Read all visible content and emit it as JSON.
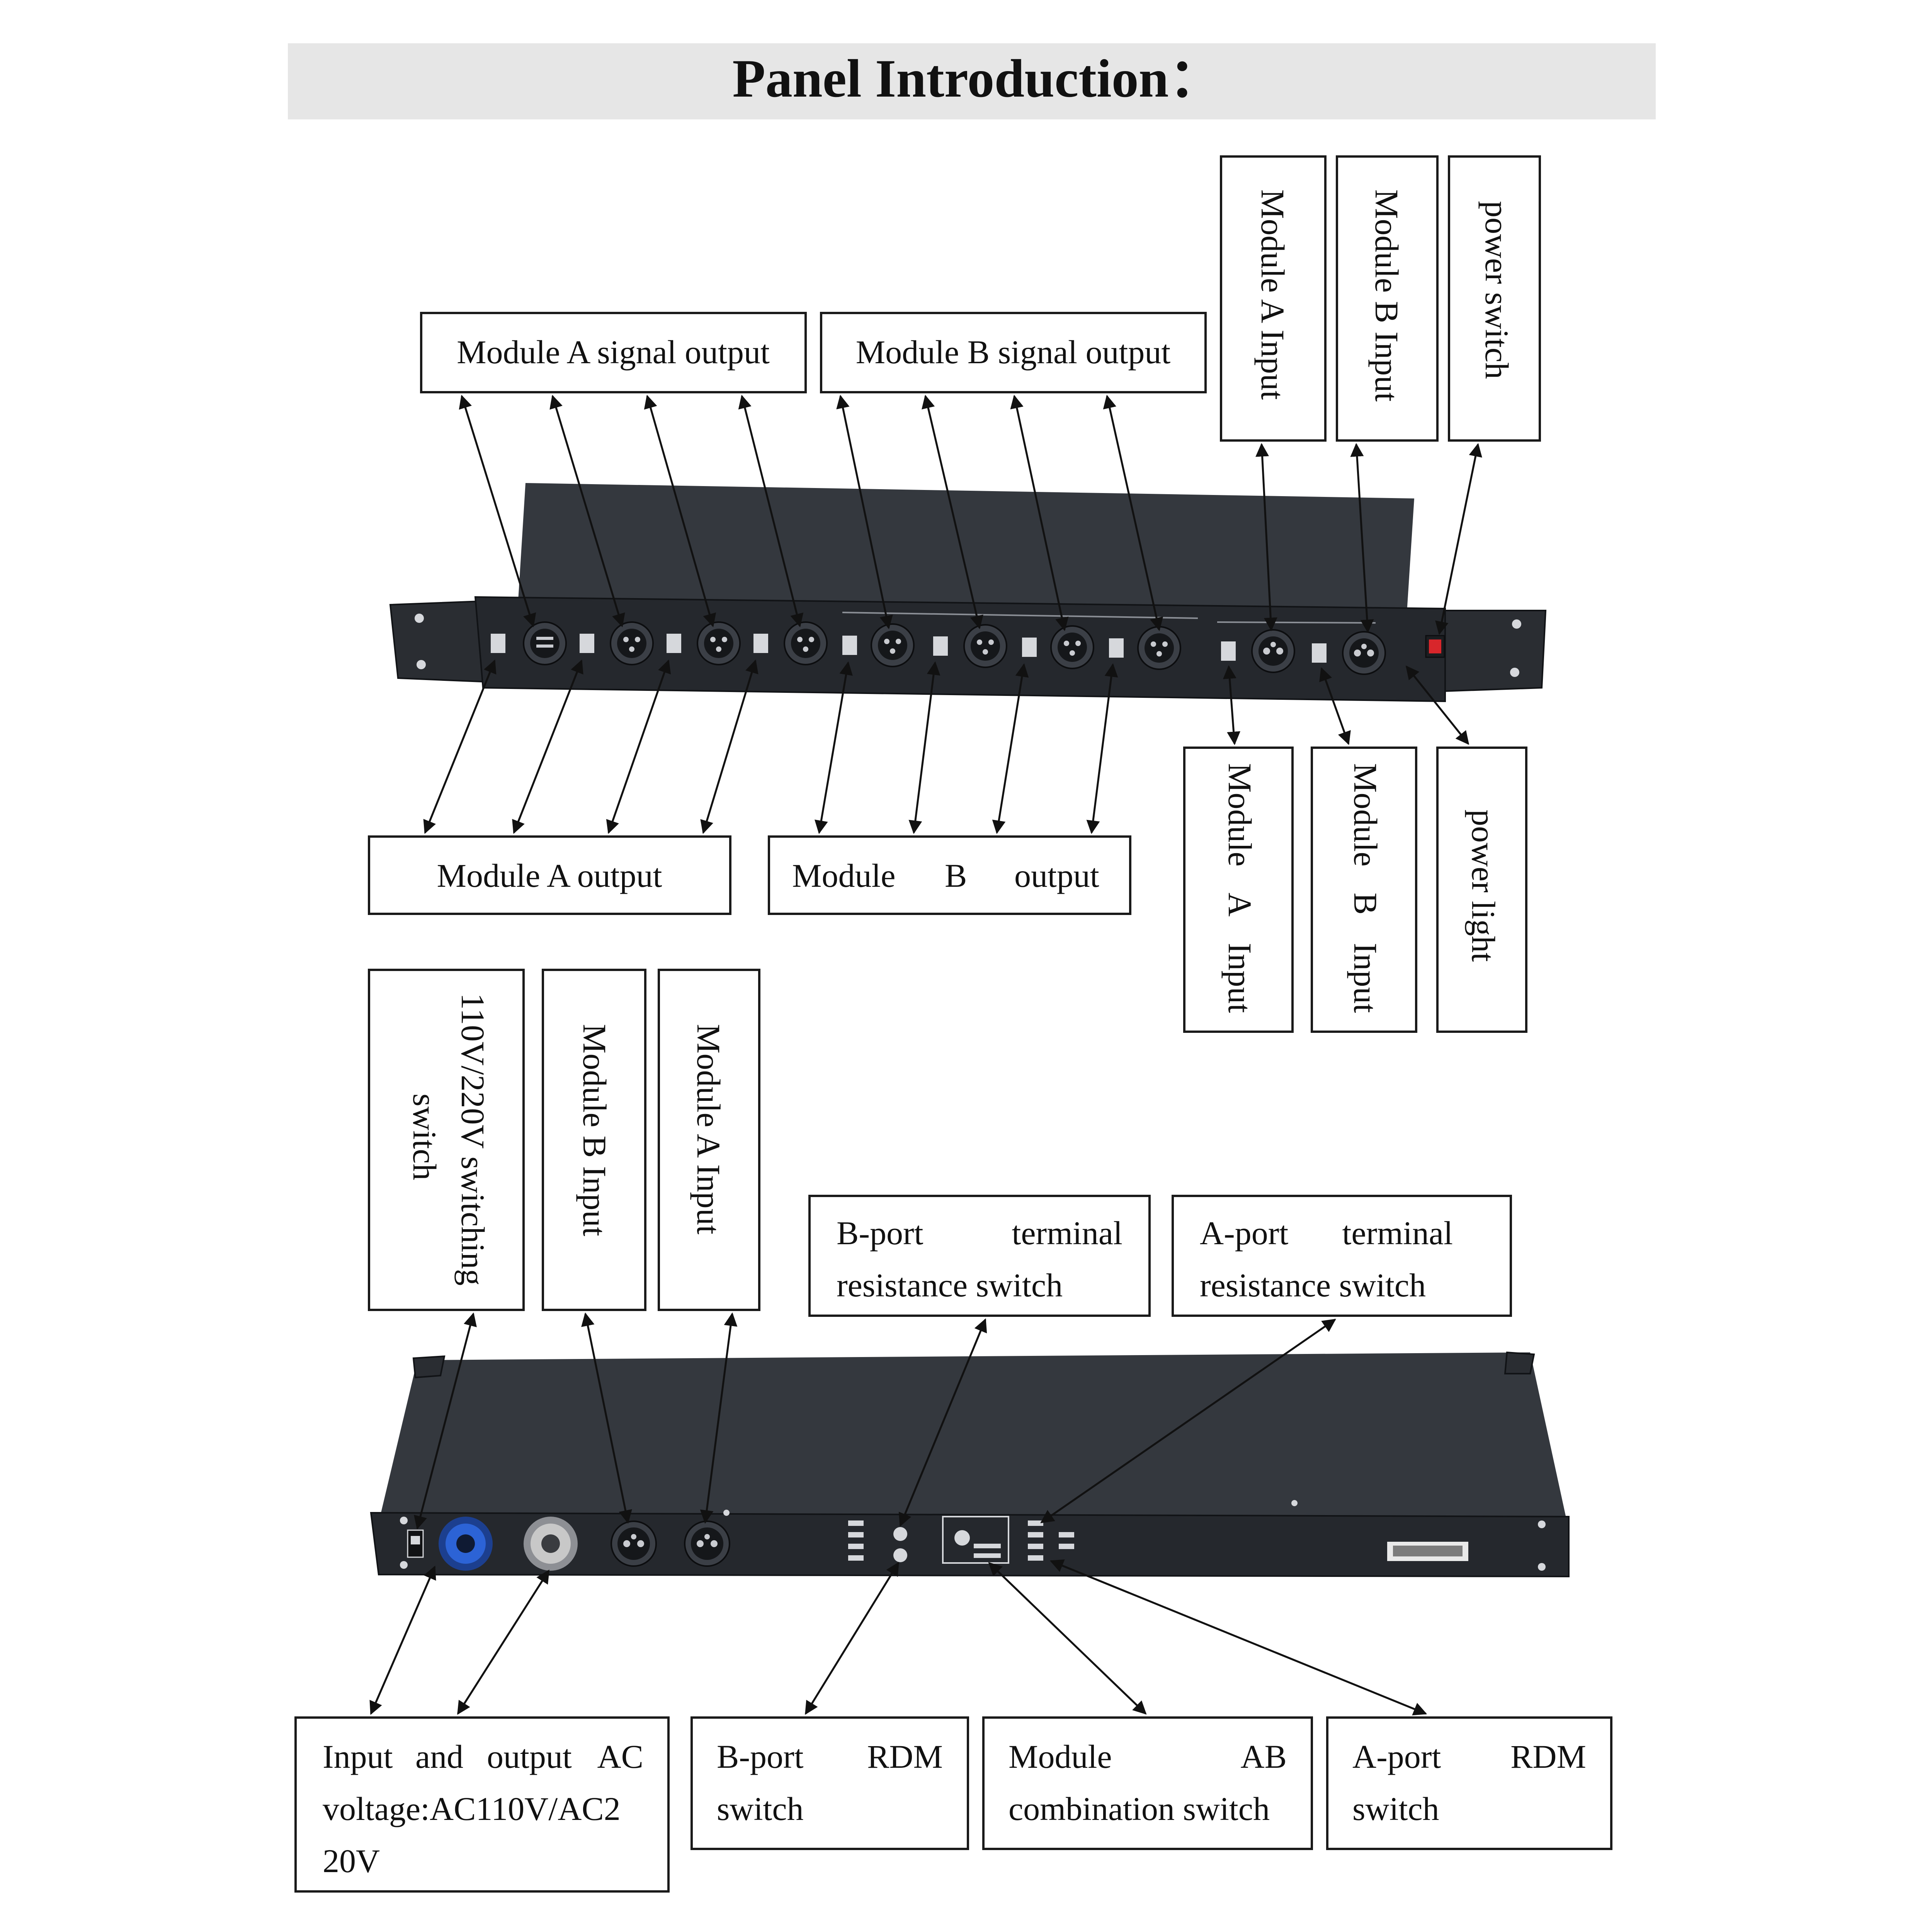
{
  "title": "Panel Introduction：",
  "front_panel": {
    "module_a_signal_output": "Module A signal output",
    "module_b_signal_output": "Module B signal output",
    "module_a_input_top": "Module A Input",
    "module_b_input_top": "Module B Input",
    "power_switch": "power switch",
    "module_a_output": "Module A output",
    "module_b_output": [
      "Module",
      "B",
      "output"
    ],
    "module_a_input_bottom": [
      "Module",
      "A",
      "Input"
    ],
    "module_b_input_bottom": [
      "Module",
      "B",
      "Input"
    ],
    "power_light": "power light"
  },
  "rear_panel": {
    "voltage_switch_lines": [
      "110V/220V switching",
      "switch"
    ],
    "module_b_input": "Module B Input",
    "module_a_input": "Module A Input",
    "b_port_terminal_lines": [
      [
        "B-port",
        "terminal"
      ],
      "resistance switch"
    ],
    "a_port_terminal_lines": [
      [
        "A-port",
        "terminal"
      ],
      "resistance switch"
    ],
    "ac_voltage_lines": [
      [
        "Input",
        "and",
        "output",
        "AC"
      ],
      "voltage:AC110V/AC2",
      "20V"
    ],
    "b_port_rdm_lines": [
      [
        "B-port",
        "RDM"
      ],
      "switch"
    ],
    "module_ab_lines": [
      [
        "Module",
        "AB"
      ],
      "combination switch"
    ],
    "a_port_rdm_lines": [
      [
        "A-port",
        "RDM"
      ],
      "switch"
    ]
  },
  "colors": {
    "title_band": "#e6e6e6",
    "device_body": "#25282d",
    "power_in_connector": "#2c63d6",
    "power_out_connector": "#c8c8c8",
    "power_switch_led": "#d8262b"
  }
}
